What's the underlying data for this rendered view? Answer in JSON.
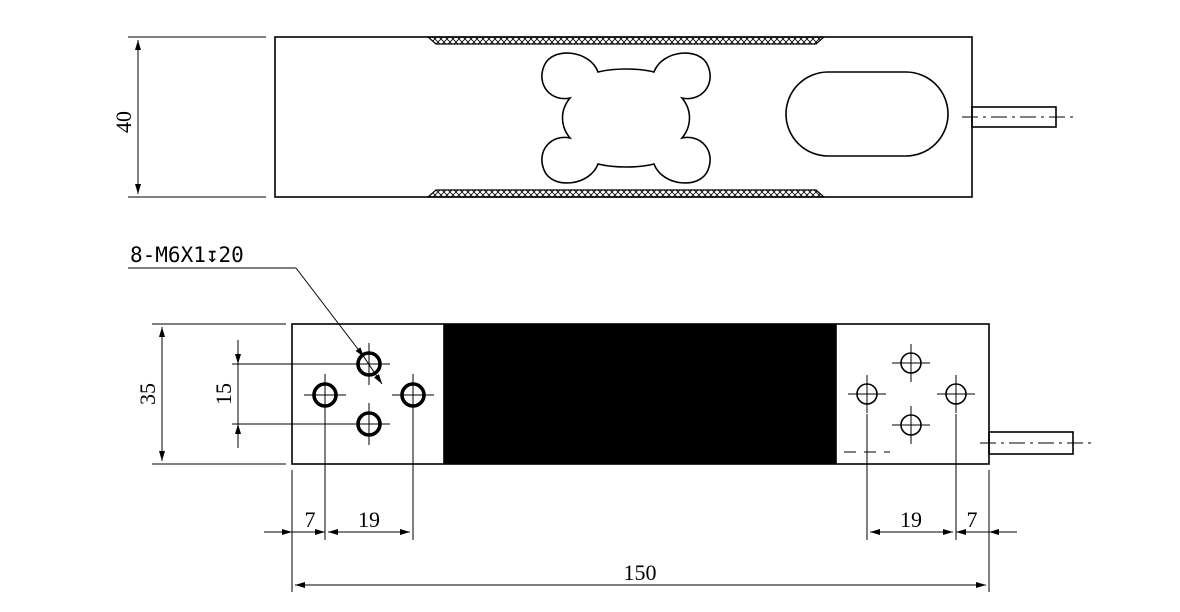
{
  "top_view": {
    "height_dim": "40"
  },
  "bottom_view": {
    "height_dim": "35",
    "hole_spacing_dim": "15",
    "left_edge_dim": "7",
    "left_spacing_dim": "19",
    "right_spacing_dim": "19",
    "right_edge_dim": "7",
    "total_length_dim": "150",
    "thread_callout": "8-M6X1↧20"
  },
  "colors": {
    "line": "#000000",
    "strain_gauge_area": "#000000",
    "background": "#ffffff"
  }
}
